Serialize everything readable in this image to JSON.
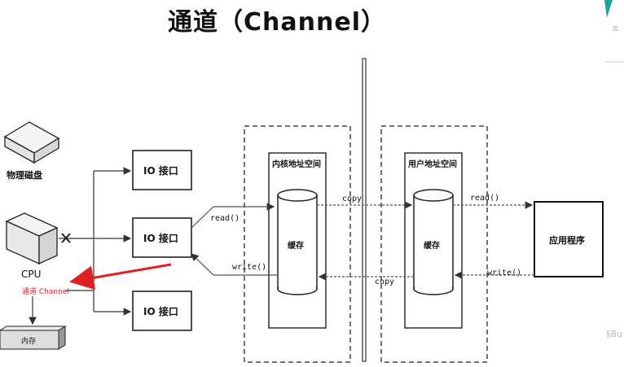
{
  "title": "通道（Channel）",
  "devices": {
    "disk_label": "物理磁盘",
    "cpu_label": "CPU",
    "memory_label": "内存"
  },
  "channel_annotation": "通道 Channel",
  "io_ports": [
    "IO 接口",
    "IO 接口",
    "IO 接口"
  ],
  "kernel_space": {
    "label": "内核地址空间",
    "cache_label": "缓存"
  },
  "user_space": {
    "label": "用户地址空间",
    "cache_label": "缓存"
  },
  "app_label": "应用程序",
  "arrows": {
    "read_left": "read()",
    "write_left": "write()",
    "copy_top": "copy",
    "copy_bottom": "copy",
    "read_right": "read()",
    "write_right": "write()"
  },
  "edge_fragments": {
    "top_right": "应",
    "bottom_right": "§Bu"
  },
  "colors": {
    "accent_red": "#e02020",
    "teal": "#19a59a"
  }
}
